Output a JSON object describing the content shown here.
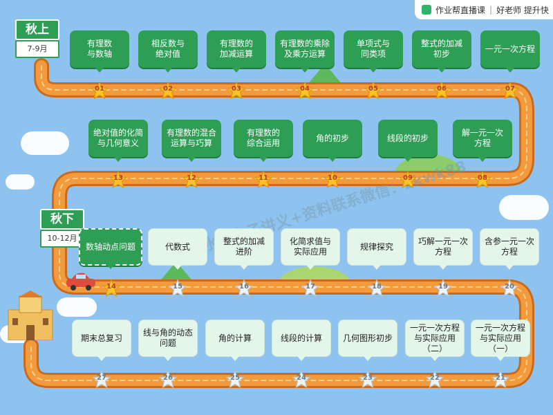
{
  "brand": {
    "name": "作业帮直播课",
    "sep": "|",
    "slogan": "好老师 提升快"
  },
  "seasons": [
    {
      "name": "秋上",
      "range": "7-9月"
    },
    {
      "name": "秋下",
      "range": "10-12月"
    }
  ],
  "topics": [
    {
      "num": "01",
      "label": "有理数\n与数轴"
    },
    {
      "num": "02",
      "label": "相反数与\n绝对值"
    },
    {
      "num": "03",
      "label": "有理数的\n加减运算"
    },
    {
      "num": "04",
      "label": "有理数的乘除\n及乘方运算"
    },
    {
      "num": "05",
      "label": "单项式与\n同类项"
    },
    {
      "num": "06",
      "label": "整式的加减\n初步"
    },
    {
      "num": "07",
      "label": "一元一次方程"
    },
    {
      "num": "08",
      "label": "解一元一次\n方程"
    },
    {
      "num": "09",
      "label": "线段的初步"
    },
    {
      "num": "10",
      "label": "角的初步"
    },
    {
      "num": "11",
      "label": "有理数的\n综合运用"
    },
    {
      "num": "12",
      "label": "有理数的混合\n运算与巧算"
    },
    {
      "num": "13",
      "label": "绝对值的化简\n与几何意义"
    },
    {
      "num": "14",
      "label": "数轴动点问题"
    },
    {
      "num": "15",
      "label": "代数式"
    },
    {
      "num": "16",
      "label": "整式的加减\n进阶"
    },
    {
      "num": "17",
      "label": "化简求值与\n实际应用"
    },
    {
      "num": "18",
      "label": "规律探究"
    },
    {
      "num": "19",
      "label": "巧解一元一次\n方程"
    },
    {
      "num": "20",
      "label": "含参一元一次\n方程"
    },
    {
      "num": "21",
      "label": "一元一次方程\n与实际应用\n（一）"
    },
    {
      "num": "22",
      "label": "一元一次方程\n与实际应用\n（二）"
    },
    {
      "num": "23",
      "label": "几何图形初步"
    },
    {
      "num": "24",
      "label": "线段的计算"
    },
    {
      "num": "25",
      "label": "角的计算"
    },
    {
      "num": "26",
      "label": "线与角的动态\n问题"
    },
    {
      "num": "27",
      "label": "期末总复习"
    }
  ],
  "watermark": "领取无水印电子讲义+资料联系微信：zkwk88",
  "colors": {
    "green": "#2e9e55",
    "road": "#f39a3c",
    "sky": "#8fc3ef"
  }
}
